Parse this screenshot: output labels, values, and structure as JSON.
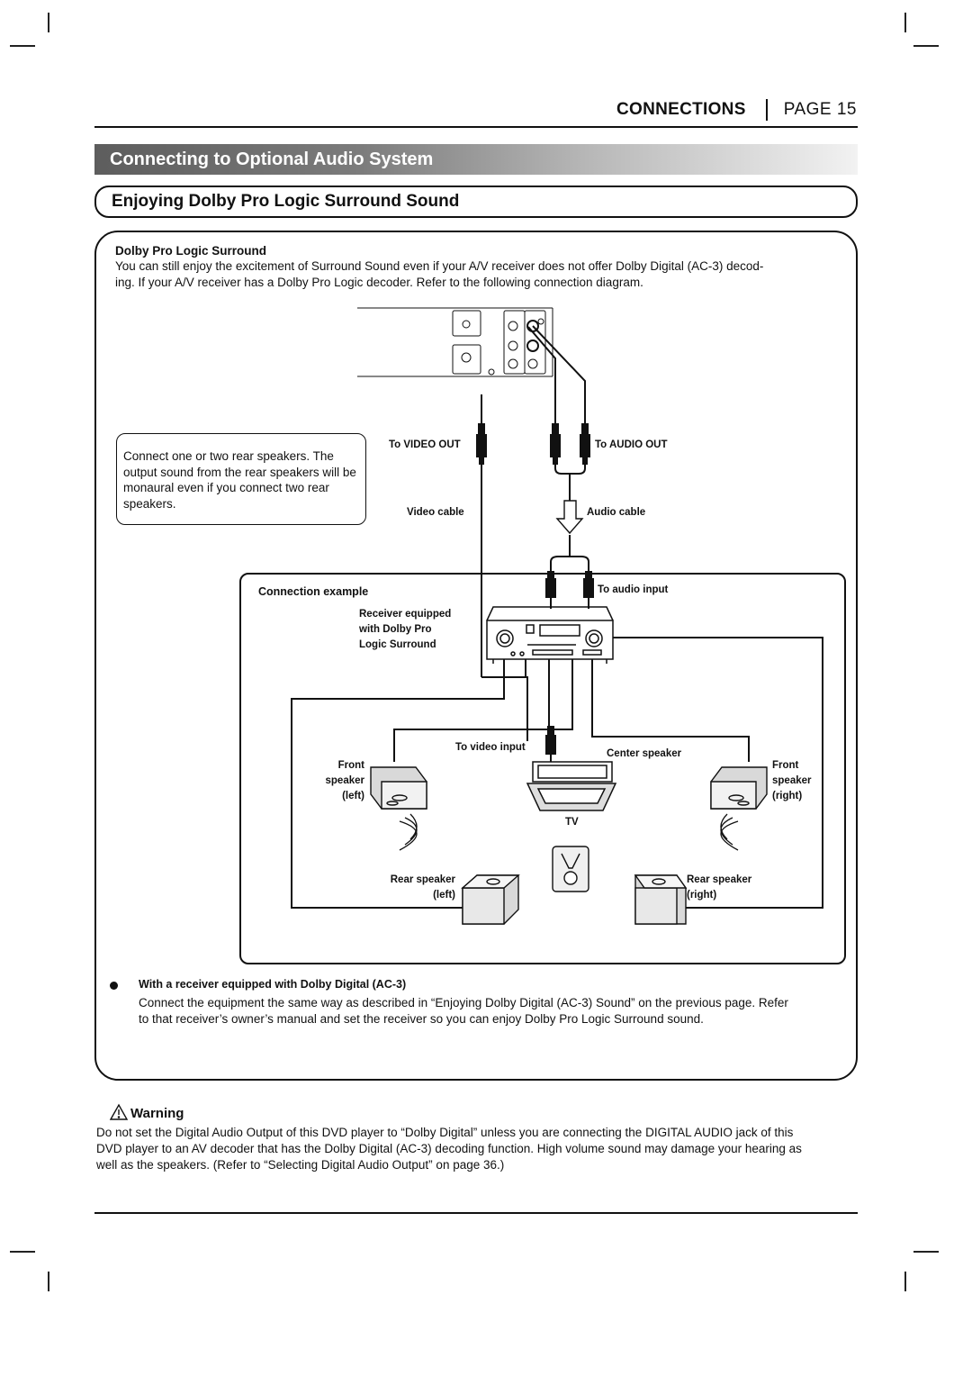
{
  "header": {
    "section": "CONNECTIONS",
    "page": "PAGE 15"
  },
  "band_title": "Connecting to Optional Audio System",
  "subtitle": "Enjoying Dolby Pro Logic Surround Sound",
  "intro": {
    "heading": "Dolby Pro Logic Surround",
    "line1": "You can still enjoy the excitement of Surround Sound even if your A/V receiver does not offer Dolby Digital (AC-3) decod-",
    "line2": "ing. If your A/V receiver has a Dolby Pro Logic decoder. Refer to the following connection diagram."
  },
  "note": "Connect one or two rear speakers. The output sound from the rear speakers will be monaural even if you connect two rear speakers.",
  "diagram": {
    "to_video_out": "To VIDEO OUT",
    "to_audio_out": "To AUDIO OUT",
    "video_cable": "Video cable",
    "audio_cable": "Audio cable",
    "connection_example": "Connection example",
    "to_audio_input": "To audio input",
    "receiver_line1": "Receiver equipped",
    "receiver_line2": "with Dolby Pro",
    "receiver_line3": "Logic Surround",
    "to_video_input": "To video input",
    "center_speaker": "Center speaker",
    "front_left_1": "Front",
    "front_left_2": "speaker",
    "front_left_3": "(left)",
    "front_right_1": "Front",
    "front_right_2": "speaker",
    "front_right_3": "(right)",
    "tv": "TV",
    "rear_left_1": "Rear speaker",
    "rear_left_2": "(left)",
    "rear_right_1": "Rear speaker",
    "rear_right_2": "(right)"
  },
  "ac3": {
    "heading": "With a receiver equipped with Dolby Digital (AC-3)",
    "line1": "Connect the equipment the same way as described in “Enjoying Dolby Digital (AC-3) Sound” on the previous page. Refer",
    "line2": "to that receiver’s owner’s manual and set the receiver so you can enjoy Dolby Pro Logic Surround sound."
  },
  "warning": {
    "title": "Warning",
    "line1": "Do not set the Digital Audio Output of this DVD player to “Dolby Digital” unless you are connecting the DIGITAL AUDIO jack of this",
    "line2": "DVD player to an AV decoder that has the Dolby Digital (AC-3) decoding function. High volume sound may damage your hearing as",
    "line3": "well as the speakers. (Refer to “Selecting Digital Audio Output” on page 36.)"
  },
  "icons": [
    "warning-triangle-icon",
    "bullet-icon"
  ]
}
